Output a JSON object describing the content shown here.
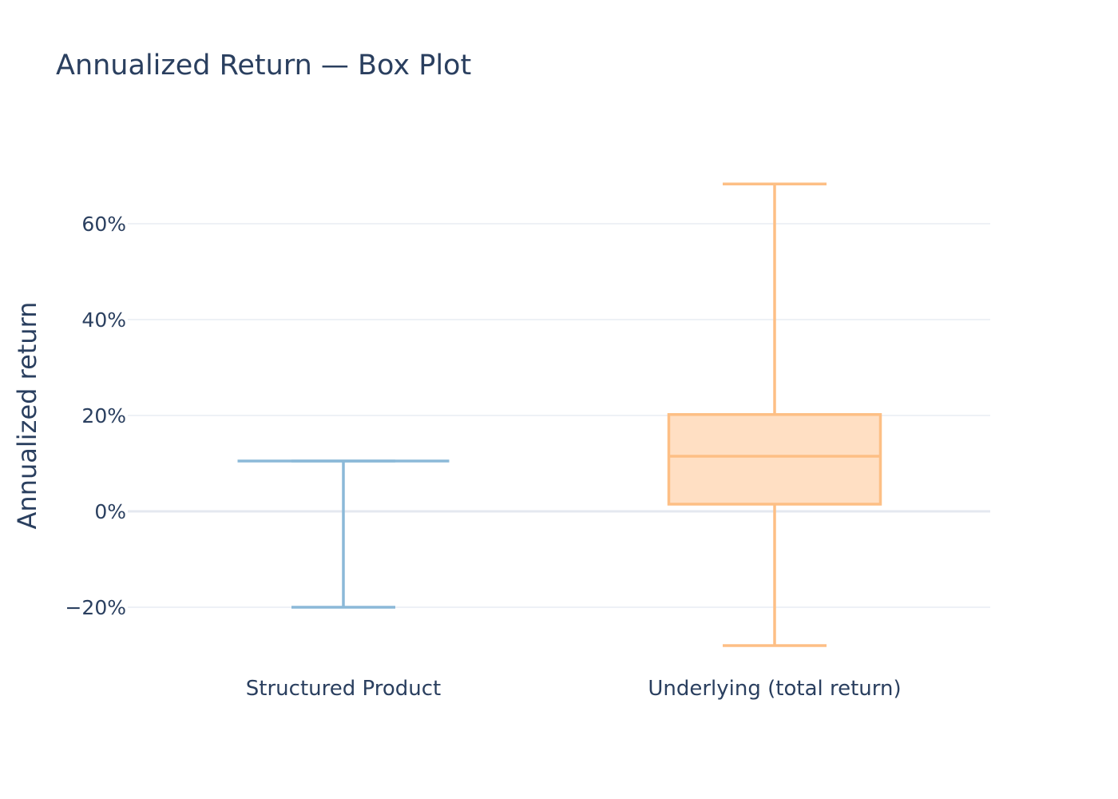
{
  "chart_data": {
    "type": "box",
    "title": "Annualized Return — Box Plot",
    "xlabel": "",
    "ylabel": "Annualized return",
    "ylim": [
      -28,
      72
    ],
    "yticks": [
      {
        "value": -20,
        "label": "−20%"
      },
      {
        "value": 0,
        "label": "0%"
      },
      {
        "value": 20,
        "label": "20%"
      },
      {
        "value": 40,
        "label": "40%"
      },
      {
        "value": 60,
        "label": "60%"
      }
    ],
    "grid": true,
    "categories": [
      "Structured Product",
      "Underlying (total return)"
    ],
    "series": [
      {
        "category": "Structured Product",
        "color": "#8bb9d8",
        "fill": "#8bb9d8",
        "min": -20,
        "q1": 10.5,
        "median": 10.5,
        "q3": 10.5,
        "max": 10.5
      },
      {
        "category": "Underlying (total return)",
        "color": "#fdbf85",
        "fill": "#ffdfc3",
        "min": -28,
        "q1": 1.5,
        "median": 11.5,
        "q3": 20.2,
        "max": 68.3
      }
    ]
  }
}
